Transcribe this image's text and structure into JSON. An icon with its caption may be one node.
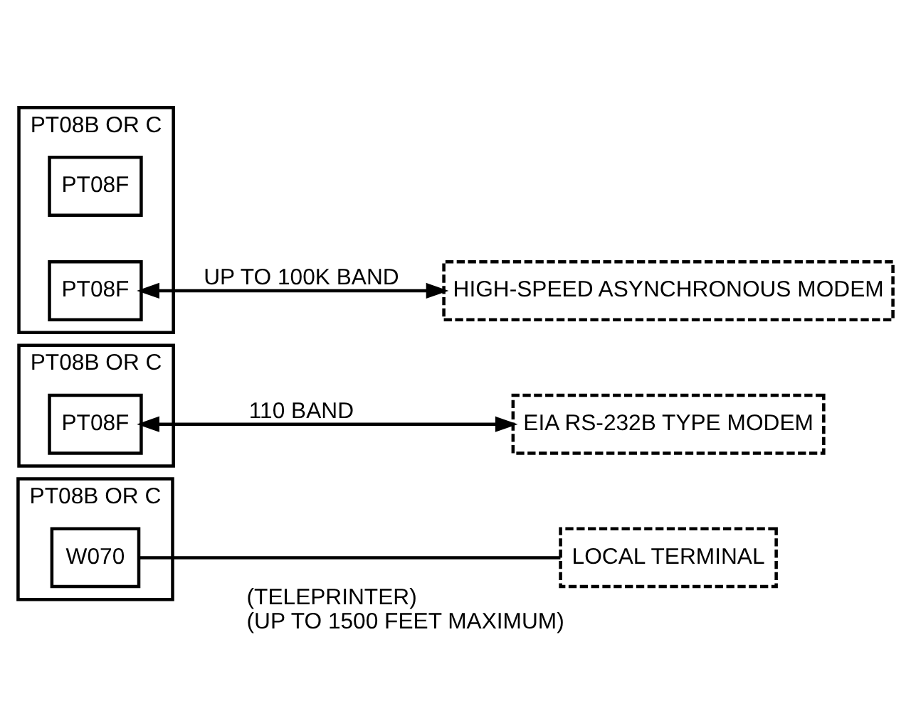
{
  "diagram": {
    "nodes": [
      {
        "text": [
          "PT08B OR C"
        ]
      },
      {
        "text": [
          "W070"
        ],
        "in": 0
      },
      {
        "text": [
          "LOCAL TERMINAL"
        ],
        "beside": [
          "(TELEPRINTER)",
          "(UP TO 1500 FEET MAXIMUM)"
        ]
      },
      {
        "text": [
          "PT08B OR C"
        ]
      },
      {
        "text": [
          "PT08F"
        ],
        "in": 3
      },
      {
        "text": [
          "EIA RS-232B TYPE MODEM"
        ]
      },
      {
        "text": [
          "PT08B OR C"
        ]
      },
      {
        "text": [
          "PT08F"
        ],
        "in": 6
      },
      {
        "text": [
          "PT08F"
        ],
        "in": 6
      },
      {
        "text": [
          "HIGH-SPEED ASYNCHRONOUS MODEM"
        ]
      }
    ],
    "edges": [
      {
        "from": 1,
        "to": 2,
        "arrow": "none"
      },
      {
        "from": 4,
        "to": 5,
        "arrow": "both",
        "label": "110 BAND"
      },
      {
        "from": 8,
        "to": 9,
        "arrow": "both",
        "label": "UP TO 100K BAND"
      }
    ]
  }
}
